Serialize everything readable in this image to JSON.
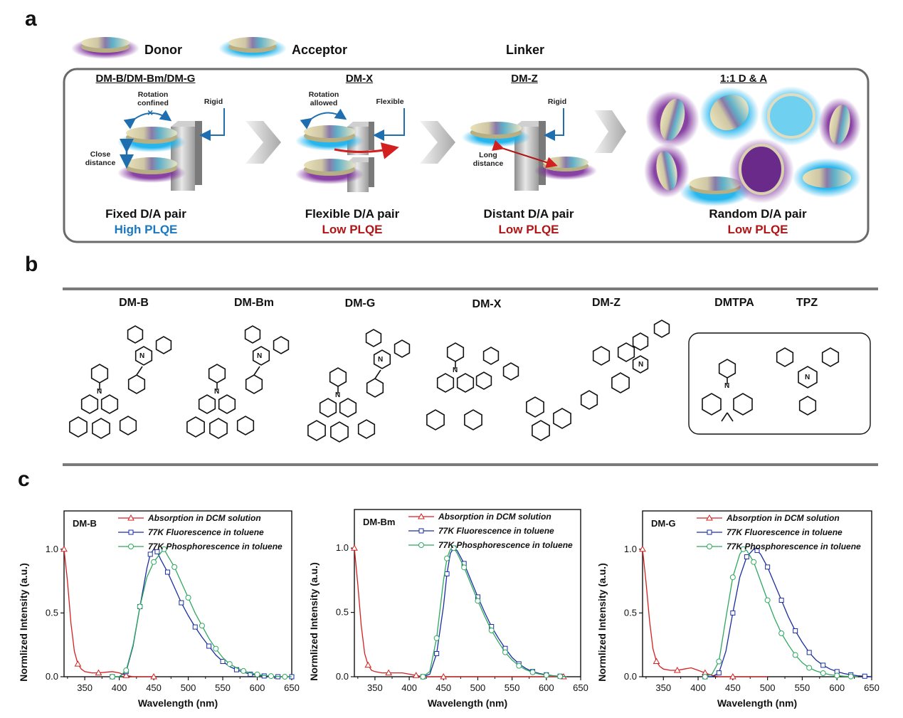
{
  "panel_a": {
    "letter": "a",
    "legend": {
      "donor": "Donor",
      "acceptor": "Acceptor",
      "linker": "Linker"
    },
    "colors": {
      "donor": "#8a3fa6",
      "acceptor": "#2fb6e8",
      "high_plqe": "#1a78c2",
      "low_plqe": "#b01515",
      "arrow_blue": "#1f6fb0",
      "arrow_red": "#d22020"
    },
    "cases": [
      {
        "title": "DM-B/DM-Bm/DM-G",
        "annotations": [
          "Rotation confined",
          "Rigid",
          "Close distance"
        ],
        "pair": "Fixed D/A pair",
        "plqe": "High PLQE",
        "plqe_level": "high"
      },
      {
        "title": "DM-X",
        "annotations": [
          "Rotation allowed",
          "Flexible"
        ],
        "pair": "Flexible D/A pair",
        "plqe": "Low PLQE",
        "plqe_level": "low"
      },
      {
        "title": "DM-Z",
        "annotations": [
          "Rigid",
          "Long distance"
        ],
        "pair": "Distant D/A pair",
        "plqe": "Low PLQE",
        "plqe_level": "low"
      },
      {
        "title": "1:1 D & A",
        "annotations": [],
        "pair": "Random D/A pair",
        "plqe": "Low PLQE",
        "plqe_level": "low"
      }
    ]
  },
  "panel_b": {
    "letter": "b",
    "molecules": [
      "DM-B",
      "DM-Bm",
      "DM-G",
      "DM-X",
      "DM-Z",
      "DMTPA",
      "TPZ"
    ]
  },
  "panel_c": {
    "letter": "c",
    "legend_entries": [
      "Absorption in DCM solution",
      "77K Fluorescence in toluene",
      "77K Phosphorescence in toluene"
    ],
    "xlabel": "Wavelength (nm)",
    "ylabel": "Normlized Intensity (a.u.)",
    "xticks": [
      "350",
      "400",
      "450",
      "500",
      "550",
      "600",
      "650"
    ],
    "yticks": [
      "0.0",
      "0.5",
      "1.0"
    ]
  },
  "chart_data": [
    {
      "type": "line",
      "label": "DM-B",
      "xlim": [
        320,
        650
      ],
      "ylim": [
        0,
        1.3
      ],
      "series": [
        {
          "name": "Absorption in DCM solution",
          "color": "#d42020",
          "marker": "triangle",
          "x": [
            320,
            325,
            330,
            335,
            340,
            345,
            350,
            360,
            370,
            380,
            390,
            400,
            410,
            420,
            430,
            440,
            450
          ],
          "y": [
            1.0,
            0.75,
            0.42,
            0.2,
            0.1,
            0.06,
            0.04,
            0.03,
            0.03,
            0.035,
            0.04,
            0.03,
            0.01,
            0.0,
            0.0,
            0.0,
            0.0
          ]
        },
        {
          "name": "77K Fluorescence in toluene",
          "color": "#1a2ea0",
          "marker": "square",
          "x": [
            390,
            400,
            410,
            420,
            430,
            440,
            445,
            450,
            455,
            460,
            470,
            480,
            490,
            500,
            510,
            520,
            530,
            540,
            550,
            560,
            570,
            580,
            590,
            600,
            610,
            620,
            630,
            640,
            650
          ],
          "y": [
            0.0,
            0.0,
            0.04,
            0.24,
            0.55,
            0.85,
            0.96,
            1.0,
            0.98,
            0.92,
            0.82,
            0.7,
            0.58,
            0.48,
            0.39,
            0.31,
            0.24,
            0.17,
            0.12,
            0.08,
            0.055,
            0.035,
            0.02,
            0.012,
            0.006,
            0.003,
            0.0,
            0.0,
            0.0
          ]
        },
        {
          "name": "77K Phosphorescence in toluene",
          "color": "#2fa860",
          "marker": "circle",
          "x": [
            390,
            400,
            410,
            420,
            430,
            440,
            450,
            460,
            465,
            470,
            480,
            490,
            500,
            510,
            520,
            530,
            540,
            550,
            560,
            570,
            580,
            590,
            600,
            610,
            620,
            630,
            640,
            650
          ],
          "y": [
            0.0,
            0.0,
            0.05,
            0.25,
            0.55,
            0.78,
            0.9,
            0.97,
            1.0,
            0.95,
            0.86,
            0.74,
            0.62,
            0.5,
            0.4,
            0.3,
            0.22,
            0.15,
            0.1,
            0.07,
            0.045,
            0.03,
            0.018,
            0.01,
            0.005,
            0.002,
            0.0,
            0.0
          ]
        }
      ]
    },
    {
      "type": "line",
      "label": "DM-Bm",
      "xlim": [
        320,
        650
      ],
      "ylim": [
        0,
        1.3
      ],
      "series": [
        {
          "name": "Absorption in DCM solution",
          "color": "#d42020",
          "marker": "triangle",
          "x": [
            320,
            325,
            330,
            335,
            340,
            345,
            350,
            360,
            370,
            380,
            390,
            400,
            410,
            420,
            430,
            440,
            450,
            500,
            550,
            600,
            625
          ],
          "y": [
            1.0,
            0.72,
            0.4,
            0.18,
            0.09,
            0.05,
            0.04,
            0.03,
            0.03,
            0.03,
            0.03,
            0.02,
            0.01,
            0.0,
            0.0,
            0.0,
            0.0,
            0.0,
            0.0,
            0.0,
            0.0
          ]
        },
        {
          "name": "77K Fluorescence in toluene",
          "color": "#1a2ea0",
          "marker": "square",
          "x": [
            420,
            430,
            440,
            450,
            455,
            460,
            465,
            470,
            480,
            490,
            500,
            510,
            520,
            530,
            540,
            550,
            560,
            570,
            580,
            590,
            600,
            610,
            620,
            630
          ],
          "y": [
            0.0,
            0.02,
            0.18,
            0.55,
            0.8,
            0.96,
            1.0,
            0.98,
            0.88,
            0.75,
            0.62,
            0.5,
            0.39,
            0.3,
            0.22,
            0.15,
            0.1,
            0.065,
            0.04,
            0.025,
            0.015,
            0.008,
            0.004,
            0.0
          ]
        },
        {
          "name": "77K Phosphorescence in toluene",
          "color": "#2fa860",
          "marker": "circle",
          "x": [
            420,
            430,
            440,
            450,
            455,
            460,
            465,
            470,
            480,
            490,
            500,
            510,
            520,
            530,
            540,
            550,
            560,
            570,
            580,
            590,
            600,
            610,
            620,
            630
          ],
          "y": [
            0.0,
            0.04,
            0.3,
            0.75,
            0.92,
            0.99,
            1.0,
            0.96,
            0.85,
            0.72,
            0.59,
            0.47,
            0.36,
            0.27,
            0.19,
            0.13,
            0.085,
            0.055,
            0.035,
            0.02,
            0.012,
            0.006,
            0.003,
            0.0
          ]
        }
      ]
    },
    {
      "type": "line",
      "label": "DM-G",
      "xlim": [
        320,
        650
      ],
      "ylim": [
        0,
        1.3
      ],
      "series": [
        {
          "name": "Absorption in DCM solution",
          "color": "#d42020",
          "marker": "triangle",
          "x": [
            320,
            325,
            330,
            335,
            340,
            345,
            350,
            360,
            370,
            380,
            390,
            400,
            410,
            420,
            430,
            440,
            450,
            460,
            500
          ],
          "y": [
            1.0,
            0.74,
            0.44,
            0.22,
            0.12,
            0.08,
            0.06,
            0.05,
            0.05,
            0.06,
            0.07,
            0.05,
            0.03,
            0.01,
            0.0,
            0.0,
            0.0,
            0.0,
            0.0
          ]
        },
        {
          "name": "77K Fluorescence in toluene",
          "color": "#1a2ea0",
          "marker": "square",
          "x": [
            410,
            420,
            430,
            440,
            450,
            460,
            470,
            480,
            485,
            490,
            500,
            510,
            520,
            530,
            540,
            550,
            560,
            570,
            580,
            590,
            600,
            610,
            620,
            630,
            640,
            650
          ],
          "y": [
            0.0,
            0.0,
            0.03,
            0.2,
            0.5,
            0.78,
            0.94,
            1.0,
            0.99,
            0.96,
            0.86,
            0.73,
            0.6,
            0.47,
            0.36,
            0.27,
            0.19,
            0.13,
            0.09,
            0.06,
            0.04,
            0.025,
            0.015,
            0.008,
            0.004,
            0.0
          ]
        },
        {
          "name": "77K Phosphorescence in toluene",
          "color": "#2fa860",
          "marker": "circle",
          "x": [
            410,
            420,
            430,
            440,
            450,
            460,
            465,
            470,
            480,
            490,
            500,
            510,
            520,
            530,
            540,
            550,
            560,
            570,
            580,
            590,
            600,
            610,
            620,
            630
          ],
          "y": [
            0.0,
            0.02,
            0.12,
            0.46,
            0.78,
            0.96,
            1.0,
            0.99,
            0.9,
            0.75,
            0.6,
            0.46,
            0.34,
            0.25,
            0.17,
            0.11,
            0.07,
            0.045,
            0.028,
            0.016,
            0.009,
            0.004,
            0.002,
            0.0
          ]
        }
      ]
    }
  ]
}
